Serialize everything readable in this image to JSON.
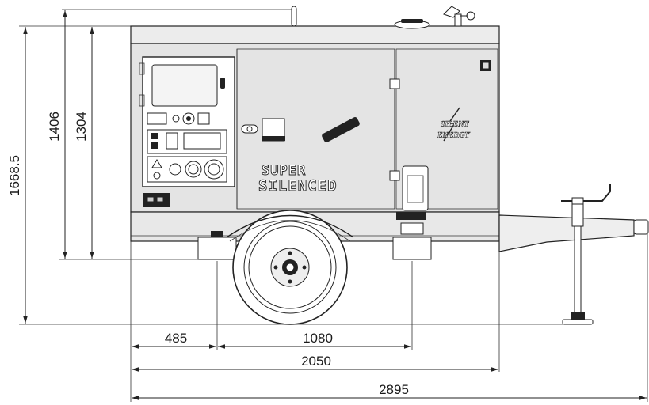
{
  "dimensions": {
    "overall_height": "1668.5",
    "body_height_total": "1406",
    "body_height": "1304",
    "front_to_support": "485",
    "support_spacing": "1080",
    "body_length": "2050",
    "total_length": "2895"
  },
  "branding": {
    "series_line1": "SUPER",
    "series_line2": "SILENCED",
    "logo_line1": "SILENT",
    "logo_line2": "ENERGY"
  }
}
